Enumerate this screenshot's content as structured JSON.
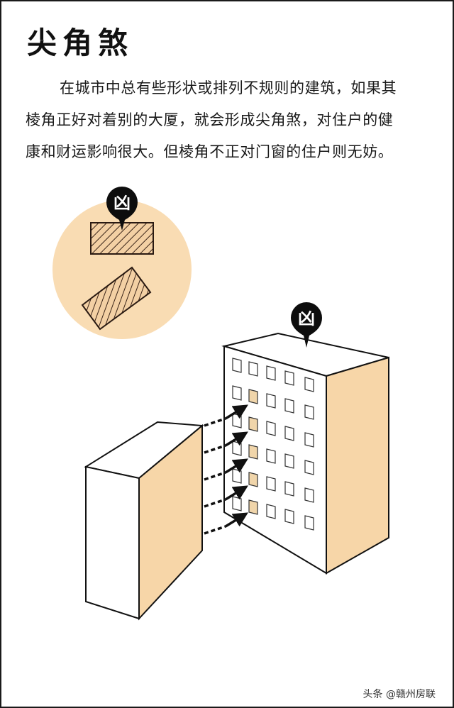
{
  "title": "尖角煞",
  "paragraph": {
    "lines": [
      "在城市中总有些形状或排列不规则的建筑，如果其",
      "棱角正好对着别的大厦，就会形成尖角煞，对住户的健",
      "康和财运影响很大。但棱角不正对门窗的住户则无妨。"
    ]
  },
  "pins": {
    "circle_pin_label": "凶",
    "building_pin_label": "凶"
  },
  "watermark": "头条 @赣州房联",
  "colors": {
    "accent_peach": "#f7d6a8",
    "window_highlight": "#f0d5aa",
    "ink": "#111111",
    "frame": "#1a1a1a"
  },
  "illustration": {
    "windows": {
      "rows": 6,
      "cols": 5,
      "highlighted_col": 1,
      "highlighted_rows": [
        1,
        2,
        3,
        4,
        5
      ]
    },
    "arrows": 5
  }
}
